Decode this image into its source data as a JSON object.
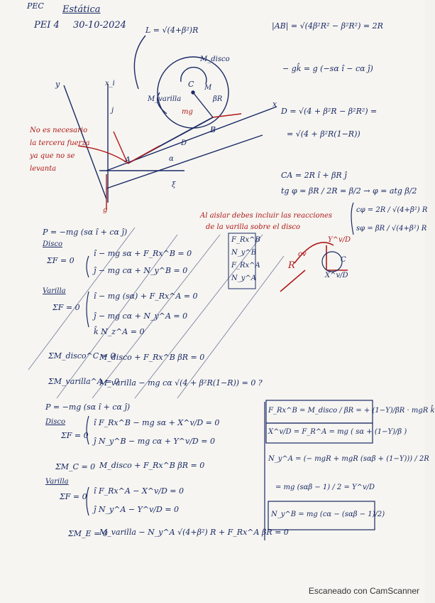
{
  "header": {
    "course": "PEC",
    "subject": "Estática",
    "exam": "PEI 4",
    "date": "30-10-2024"
  },
  "diagram": {
    "length_label": "L = √(4+β²)R",
    "label_y": "y",
    "label_x": "x",
    "label_xi": "x_i",
    "label_j": "j",
    "label_c": "C",
    "label_m": "M",
    "label_br": "βR",
    "label_a": "A",
    "label_b": "B",
    "label_d": "D",
    "label_xi_ground": "ξ",
    "label_alpha": "α",
    "label_g": "g",
    "label_mg": "mg",
    "label_mvarilla": "M_varilla",
    "label_mdisco": "M_disco",
    "note_red": [
      "No es necesario",
      "la tercera fuerza",
      "ya que no se",
      "levanta"
    ]
  },
  "right_top": {
    "ab": "|AB| = √(4β²R² − β²R²) = 2R",
    "gk": "− gk̂ = g (−sα î − cα ĵ)",
    "d1": "D = √(4 + β²R − β²R²) =",
    "d2": "= √(4 + β²R(1−R))",
    "ca": "CA = 2R î + βR ĵ",
    "tg": "tg φ = βR / 2R = β/2 → φ = atg β/2",
    "cphi": "cφ = 2R / √(4+β²) R",
    "sphi": "sφ = βR / √(4+β²) R"
  },
  "red_note": [
    "Al aislar debes incluir las reacciones",
    "de la varilla sobre el disco"
  ],
  "side_forces": [
    "F_Rx^B",
    "N_y^B",
    "F_Rx^A",
    "N_y^A"
  ],
  "small_diagram": {
    "label_c": "C",
    "label_r": "R",
    "label_ov": "ov",
    "label_yvd": "Y^v/D",
    "label_xvd": "X^v/D"
  },
  "equations": {
    "p1": "P = −mg (sα î + cα ĵ)",
    "disco": "Disco",
    "sumf": "ΣF = 0",
    "d_i": "î  − mg sα + F_Rx^B = 0",
    "d_j": "ĵ  − mg cα + N_y^B = 0",
    "varilla": "Varilla",
    "v_i": "î  − mg (sα) + F_Rx^A = 0",
    "v_j": "ĵ  − mg cα + N_y^A = 0",
    "v_k": "k̂  N_z^A = 0",
    "mc": "ΣM_disco^C = 0",
    "mc_eq": "M_disco + F_Rx^B βR = 0",
    "ma": "ΣM_varilla^A = 0",
    "ma_eq": "M_varilla − mg cα √(4 + β²R(1−R)) = 0 ?",
    "p2": "P = −mg (sα î + cα ĵ)",
    "disco2": "Disco",
    "sumf2": "ΣF = 0",
    "d2_i": "î  F_Rx^B − mg sα + X^v/D = 0",
    "d2_j": "ĵ  N_y^B − mg cα + Y^v/D = 0",
    "mc2": "ΣM_C = 0",
    "mc2_eq": "M_disco + F_Rx^B βR = 0",
    "varilla2": "Varilla",
    "sumf3": "ΣF = 0",
    "v2_i": "î  F_Rx^A − X^v/D = 0",
    "v2_j": "ĵ  N_y^A − Y^v/D = 0",
    "me": "ΣM_E = 0",
    "me_eq": "M_varilla − N_y^A √(4+β²) R + F_Rx^A βR = 0"
  },
  "results": {
    "r1": "F_Rx^B = M_disco / βR = + (1−Y)/βR · mgR k̂",
    "r2": "X^v/D = F_R^A = mg ( sα + (1−Y)/β )",
    "r3a": "N_y^A = (− mgR + mgR (sαβ + (1−Y))) / 2R",
    "r4": "= mg (sαβ − 1) / 2 = Y^v/D",
    "r5": "N_y^B = mg (cα − (sαβ − 1)/2)"
  },
  "footer": "Escaneado con CamScanner"
}
